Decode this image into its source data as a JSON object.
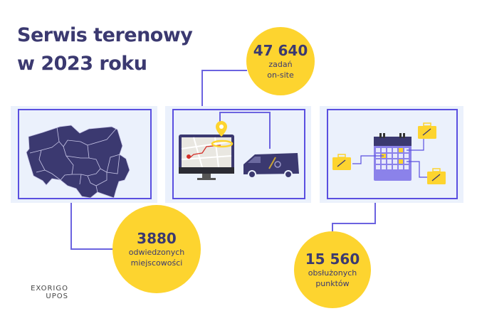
{
  "title": {
    "line1": "Serwis terenowy",
    "line2": "w 2023 roku"
  },
  "stats": [
    {
      "value": "47 640",
      "label1": "zadań",
      "label2": "on-site"
    },
    {
      "value": "3880",
      "label1": "odwiedzonych",
      "label2": "miejscowości"
    },
    {
      "value": "15 560",
      "label1": "obsłużonych",
      "label2": "punktów"
    }
  ],
  "logo": {
    "line1": "EXORIGO",
    "line2": "UPOS"
  },
  "colors": {
    "accent": "#fdd42f",
    "navy": "#3b3970",
    "line": "#5a4fe0",
    "panel": "#ebf1fc"
  }
}
